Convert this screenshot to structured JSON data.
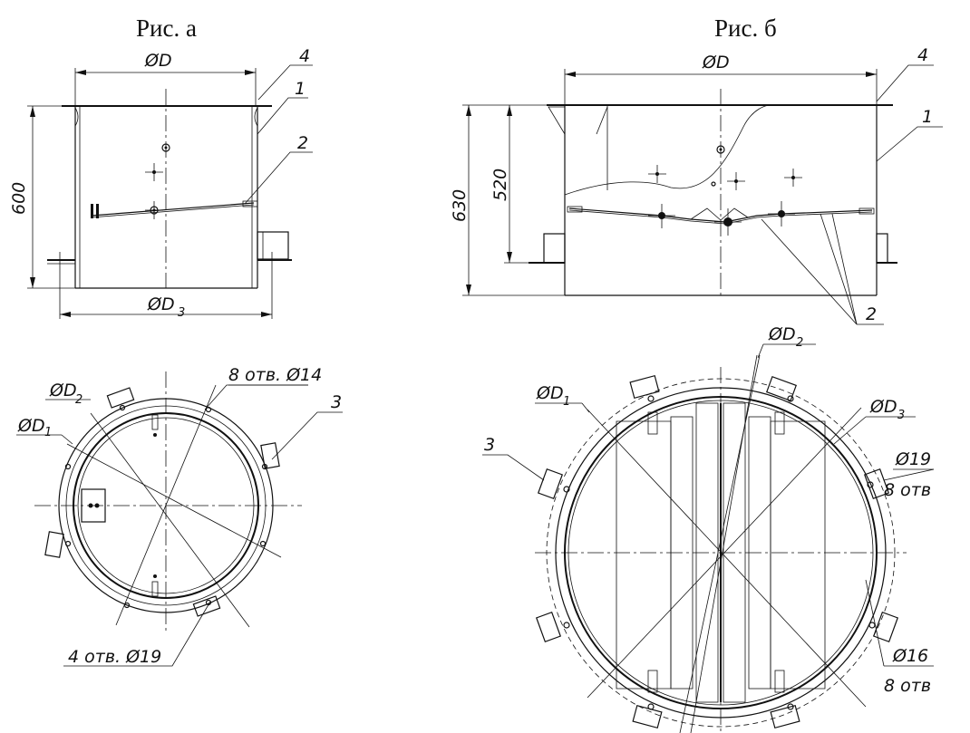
{
  "titles": {
    "fig_a": "Рис. а",
    "fig_b": "Рис. б"
  },
  "fig_a": {
    "dim_D": "ØD",
    "dim_D3": "ØD",
    "dim_D3_sub": "3",
    "dim_600": "600",
    "callout_4": "4",
    "callout_1": "1",
    "callout_2": "2",
    "callout_3": "3",
    "holes_8": "8 отв. Ø14",
    "D2": "ØD",
    "D2_sub": "2",
    "D1": "ØD",
    "D1_sub": "1",
    "holes_4": "4 отв. Ø19"
  },
  "fig_b": {
    "dim_D": "ØD",
    "dim_630": "630",
    "dim_520": "520",
    "callout_4": "4",
    "callout_1": "1",
    "callout_2": "2",
    "callout_3": "3",
    "D2": "ØD",
    "D2_sub": "2",
    "D1": "ØD",
    "D1_sub": "1",
    "D3": "ØD",
    "D3_sub": "3",
    "d19": "Ø19",
    "d19_count": "8 отв",
    "d16": "Ø16",
    "d16_count": "8 отв"
  }
}
